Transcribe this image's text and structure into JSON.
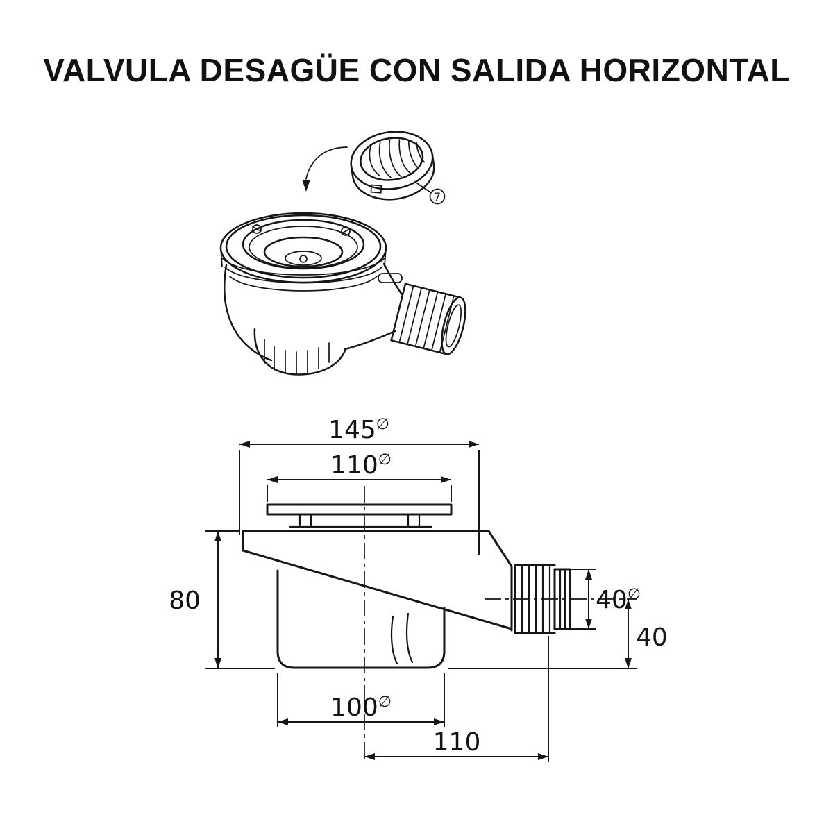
{
  "title": "VALVULA DESAGÜE CON SALIDA HORIZONTAL",
  "symbols": {
    "diameter": "∅"
  },
  "perspective_view": {
    "callout_number": "7"
  },
  "section_view": {
    "dimensions": {
      "overall_width": "145",
      "flange_width": "110",
      "body_height": "80",
      "outlet_diameter": "40",
      "outlet_axis_drop": "40",
      "cup_diameter": "100",
      "outlet_reach": "110"
    }
  }
}
